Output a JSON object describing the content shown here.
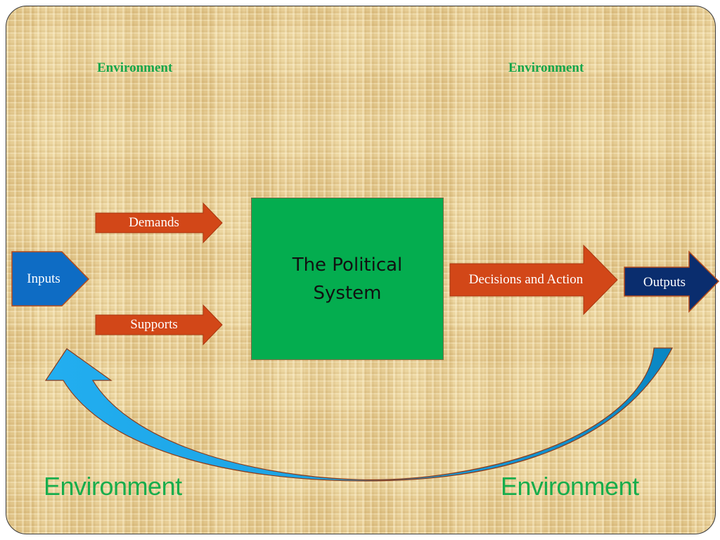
{
  "diagram": {
    "title": "The Political System",
    "environment_labels": {
      "top_left": "Environment",
      "top_right": "Environment",
      "bottom_left": "Environment",
      "bottom_right": "Environment"
    },
    "inputs": {
      "label": "Inputs",
      "color": "#0e6cc4"
    },
    "input_arrows": [
      {
        "label": "Demands",
        "color": "#d24718"
      },
      {
        "label": "Supports",
        "color": "#d24718"
      }
    ],
    "system": {
      "label": "The Political System",
      "color": "#04ad4f"
    },
    "decision_arrow": {
      "label": "Decisions and Action",
      "color": "#d24718"
    },
    "outputs": {
      "label": "Outputs",
      "color": "#0a2d6e"
    },
    "feedback_arrow": {
      "description": "feedback loop from outputs back to inputs",
      "color": "#1a9fe0"
    },
    "text_colors": {
      "environment": "#17ad4c",
      "arrow_text": "#ffffff",
      "system_text": "#111111"
    }
  }
}
